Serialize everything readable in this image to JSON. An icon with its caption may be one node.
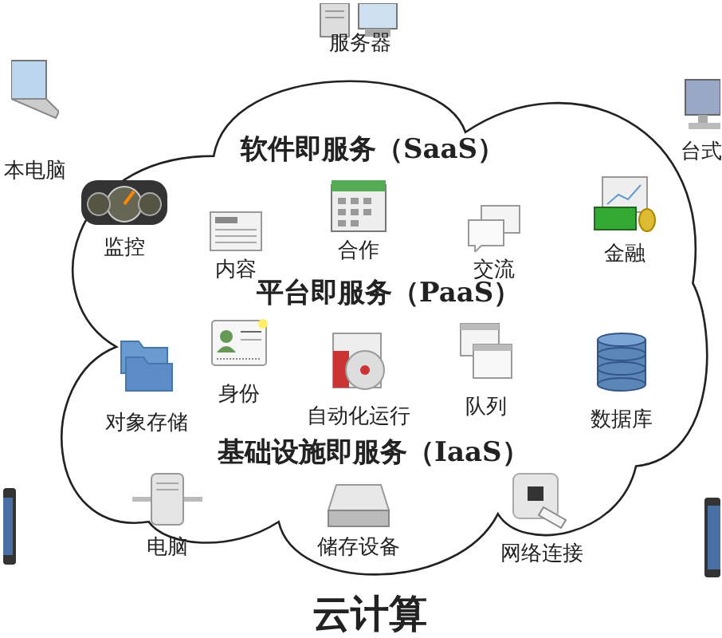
{
  "diagram": {
    "title": "云计算",
    "nodes": [
      {
        "text": [
          "服务器"
        ]
      },
      {
        "text": [
          "本电脑"
        ]
      },
      {
        "text": [
          "台式"
        ]
      },
      {
        "text": [
          "软件即服务（SaaS）",
          "平台即服务（PaaS）",
          "基础设施即服务（IaaS）"
        ]
      },
      {
        "text": [
          "监控"
        ],
        "in": 3
      },
      {
        "text": [
          "内容"
        ],
        "in": 3
      },
      {
        "text": [
          "合作"
        ],
        "in": 3
      },
      {
        "text": [
          "交流"
        ],
        "in": 3
      },
      {
        "text": [
          "金融"
        ],
        "in": 3
      },
      {
        "text": [
          "对象存储"
        ],
        "in": 3
      },
      {
        "text": [
          "身份"
        ],
        "in": 3
      },
      {
        "text": [
          "自动化运行"
        ],
        "in": 3
      },
      {
        "text": [
          "队列"
        ],
        "in": 3
      },
      {
        "text": [
          "数据库"
        ],
        "in": 3
      },
      {
        "text": [
          "电脑"
        ],
        "in": 3
      },
      {
        "text": [
          "储存设备"
        ],
        "in": 3
      },
      {
        "text": [
          "网络连接"
        ],
        "in": 3
      },
      {
        "text": [],
        "shape": "picture"
      },
      {
        "text": [],
        "shape": "picture"
      }
    ]
  }
}
